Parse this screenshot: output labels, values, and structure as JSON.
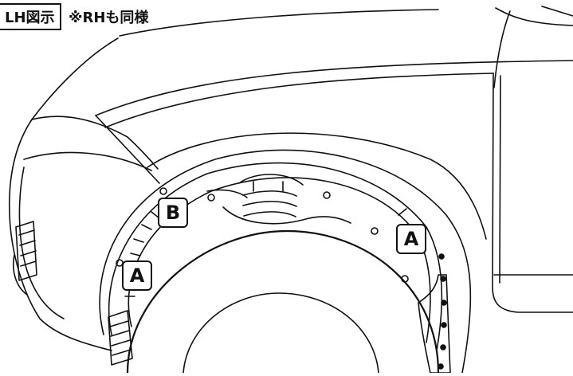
{
  "side_label": "LH図示",
  "note": "※RHも同様",
  "callouts": {
    "a_left": "A",
    "a_right": "A",
    "b": "B"
  },
  "colors": {
    "line": "#111111",
    "background": "#ffffff"
  }
}
